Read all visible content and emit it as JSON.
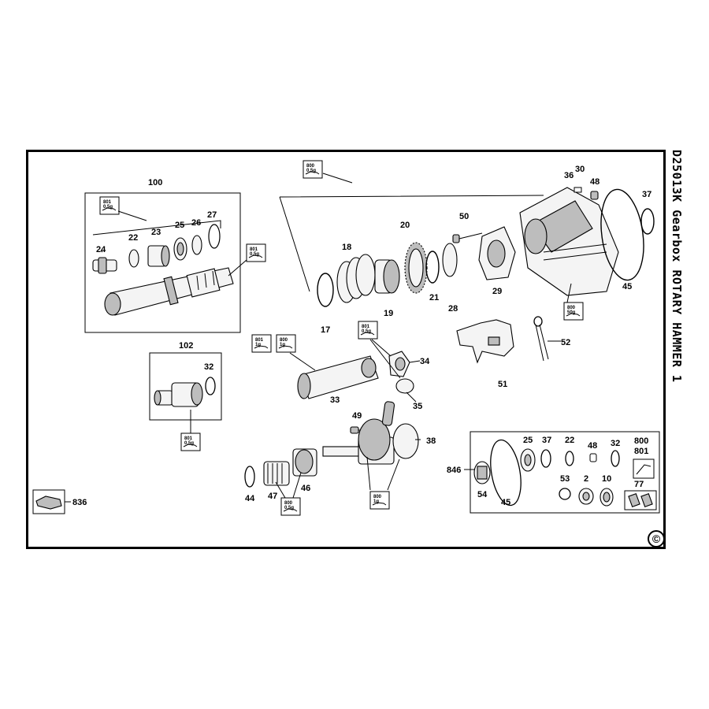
{
  "title": "D25013K  Gearbox  ROTARY  HAMMER  1",
  "copyright_symbol": "©",
  "callouts": {
    "c100": "100",
    "c24": "24",
    "c22a": "22",
    "c23": "23",
    "c25a": "25",
    "c26": "26",
    "c27": "27",
    "c102": "102",
    "c32a": "32",
    "c836": "836",
    "c17": "17",
    "c18": "18",
    "c19": "19",
    "c20": "20",
    "c21": "21",
    "c28": "28",
    "c50": "50",
    "c29": "29",
    "c36": "36",
    "c30": "30",
    "c48a": "48",
    "c37a": "37",
    "c45a": "45",
    "c33": "33",
    "c34": "34",
    "c35": "35",
    "c51": "51",
    "c52": "52",
    "c49": "49",
    "c38": "38",
    "c44": "44",
    "c47": "47",
    "c46": "46",
    "c846": "846",
    "c54": "54",
    "c45b": "45",
    "c25b": "25",
    "c37b": "37",
    "c22b": "22",
    "c48b": "48",
    "c32b": "32",
    "c800": "800",
    "c801": "801",
    "c53": "53",
    "c2": "2",
    "c10": "10",
    "c77": "77"
  },
  "lube_tags": [
    {
      "code": "801",
      "amount": "0.5g"
    },
    {
      "code": "801",
      "amount": "0.5g"
    },
    {
      "code": "801",
      "amount": "0.5g"
    },
    {
      "code": "800",
      "amount": "0.5g"
    },
    {
      "code": "800",
      "amount": "50g"
    },
    {
      "code": "801",
      "amount": "1g"
    },
    {
      "code": "800",
      "amount": "1g"
    },
    {
      "code": "801",
      "amount": "0.5g"
    },
    {
      "code": "800",
      "amount": "1g"
    },
    {
      "code": "800",
      "amount": "0.5g"
    }
  ]
}
